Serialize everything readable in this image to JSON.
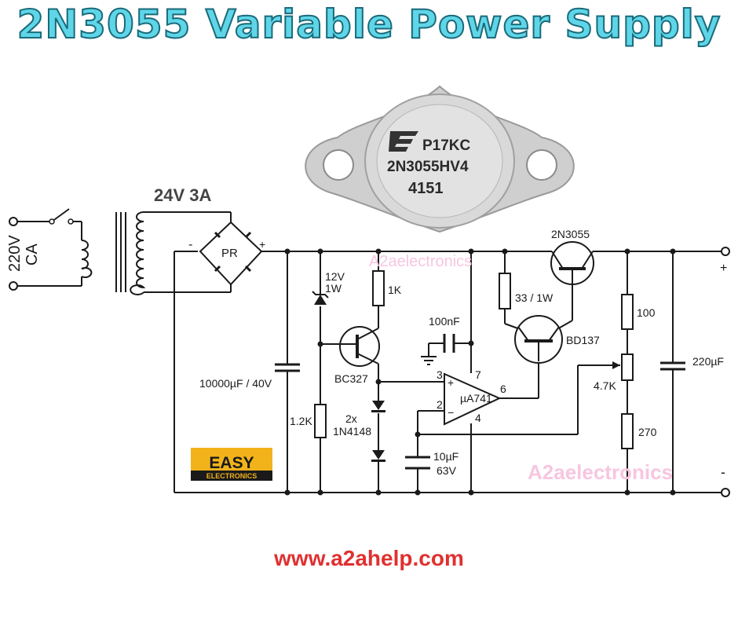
{
  "title": "2N3055 Variable Power Supply",
  "url": "www.a2ahelp.com",
  "transistor_marking": {
    "brand": "P17KC",
    "part": "2N3055HV4",
    "code": "4151"
  },
  "watermark": "A2aelectronics",
  "logo": {
    "top": "EASY",
    "bottom": "ELECTRONICS"
  },
  "labels": {
    "mains_voltage": "220V",
    "mains_type": "CA",
    "transformer_rating": "24V 3A",
    "bridge": "PR",
    "bridge_minus": "-",
    "bridge_plus": "+",
    "zener_v": "12V",
    "zener_w": "1W",
    "r1k": "1K",
    "cap_100nf": "100nF",
    "r33": "33 / 1W",
    "q_power": "2N3055",
    "q_driver": "BD137",
    "q_bc327": "BC327",
    "c_main": "10000µF / 40V",
    "r1_2k": "1.2K",
    "diodes_count": "2x",
    "diodes_type": "1N4148",
    "pin3": "3",
    "pin7": "7",
    "pin6": "6",
    "pin2": "2",
    "pin4": "4",
    "opamp": "µA741",
    "opamp_plus": "+",
    "opamp_minus": "−",
    "c10_value": "10µF",
    "c10_voltage": "63V",
    "r100": "100",
    "pot": "4.7K",
    "r270": "270",
    "c_out": "220µF",
    "out_plus": "+",
    "out_minus": "-"
  },
  "colors": {
    "title_fill": "#5fd6e8",
    "title_stroke": "#1a6a7a",
    "url": "#e03030",
    "watermark": "#f7c6e0",
    "logo_bg": "#f2b31a",
    "wire": "#1a1a1a"
  }
}
